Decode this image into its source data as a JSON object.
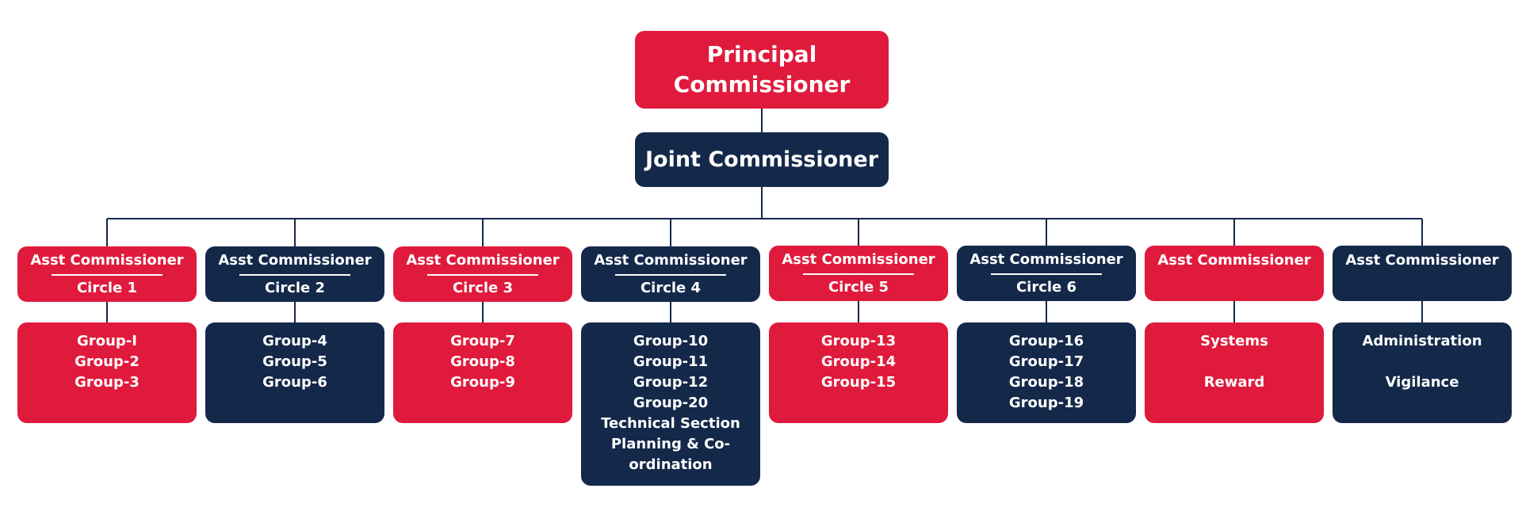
{
  "top": {
    "title": "Principal Commissioner"
  },
  "joint": {
    "title": "Joint Commissioner"
  },
  "colors": {
    "red": "#e01a3c",
    "navy": "#14284a",
    "line": "#14284a"
  },
  "circles": [
    {
      "title": "Asst Commissioner",
      "subtitle": "Circle 1",
      "color": "red",
      "items": [
        "Group-I",
        "Group-2",
        "Group-3"
      ]
    },
    {
      "title": "Asst Commissioner",
      "subtitle": "Circle 2",
      "color": "navy",
      "items": [
        "Group-4",
        "Group-5",
        "Group-6"
      ]
    },
    {
      "title": "Asst Commissioner",
      "subtitle": "Circle 3",
      "color": "red",
      "items": [
        "Group-7",
        "Group-8",
        "Group-9"
      ]
    },
    {
      "title": "Asst Commissioner",
      "subtitle": "Circle 4",
      "color": "navy",
      "items": [
        "Group-10",
        "Group-11",
        "Group-12",
        "Group-20",
        "Technical Section",
        "Planning & Co-ordination"
      ]
    },
    {
      "title": "Asst Commissioner",
      "subtitle": "Circle 5",
      "color": "red",
      "items": [
        "Group-13",
        "Group-14",
        "Group-15"
      ]
    },
    {
      "title": "Asst Commissioner",
      "subtitle": "Circle 6",
      "color": "navy",
      "items": [
        "Group-16",
        "Group-17",
        "Group-18",
        "Group-19"
      ]
    },
    {
      "title": "Asst Commissioner",
      "subtitle": "",
      "color": "red",
      "items": [
        "Systems",
        "Reward"
      ]
    },
    {
      "title": "Asst Commissioner",
      "subtitle": "",
      "color": "navy",
      "items": [
        "Administration",
        "Vigilance"
      ]
    }
  ]
}
